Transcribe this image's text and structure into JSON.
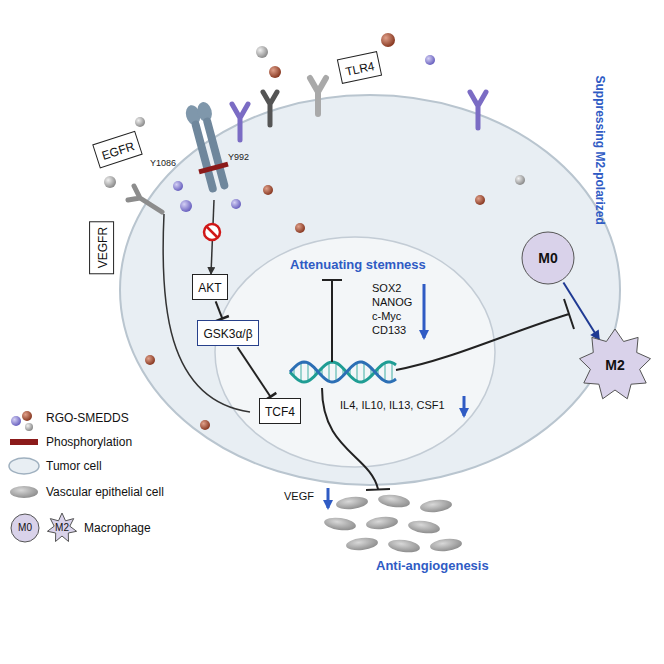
{
  "diagram": {
    "nodes": [
      {
        "text": [
          "TLR4"
        ]
      },
      {
        "text": [
          "EGFR"
        ]
      },
      {
        "text": [
          "VEGFR"
        ]
      },
      {
        "text": [
          "AKT"
        ]
      },
      {
        "text": [
          "GSK3α/β"
        ]
      },
      {
        "text": [
          "TCF4"
        ]
      },
      {
        "text": [
          "M0"
        ]
      },
      {
        "text": [
          "M2"
        ]
      }
    ],
    "edges": [
      {
        "from": 3,
        "to": 4,
        "arrow": "to"
      },
      {
        "from": 4,
        "to": 5,
        "arrow": "to"
      },
      {
        "from": 6,
        "to": 7,
        "arrow": "to"
      }
    ],
    "labels": [
      "Suppressing M2-polarized",
      "Y1086",
      "Y992",
      "Attenuating stemness",
      "SOX2",
      "NANOG",
      "c-Myc",
      "CD133",
      "IL4, IL10, IL13, CSF1",
      "VEGF",
      "Anti-angiogenesis",
      "M0",
      "M2"
    ],
    "legend": [
      {
        "text": "RGO-SMEDDS"
      },
      {
        "text": "Phosphorylation",
        "color": "#8b1a1a"
      },
      {
        "text": "Tumor cell"
      },
      {
        "text": "Vascular epithelial cell"
      },
      {
        "text": "Macrophage"
      }
    ]
  }
}
